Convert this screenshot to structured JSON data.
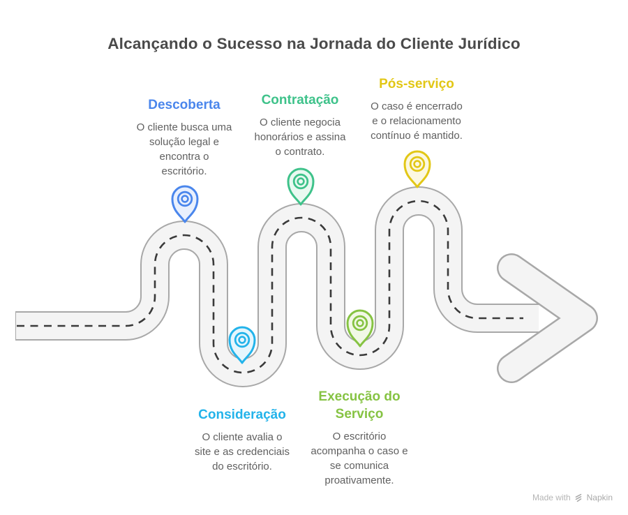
{
  "title": "Alcançando o Sucesso na Jornada do Cliente Jurídico",
  "steps": [
    {
      "id": "descoberta",
      "title": "Descoberta",
      "color": "#4a86ec",
      "tint": "#e9f0fd",
      "lines": [
        "O cliente busca uma",
        "solução legal e",
        "encontra o",
        "escritório."
      ]
    },
    {
      "id": "consideracao",
      "title": "Consideração",
      "color": "#23b3ea",
      "tint": "#e6f6fd",
      "lines": [
        "O cliente avalia o",
        "site e as credenciais",
        "do escritório."
      ]
    },
    {
      "id": "contratacao",
      "title": "Contratação",
      "color": "#3ec28a",
      "tint": "#e9f9f1",
      "lines": [
        "O cliente negocia",
        "honorários e assina",
        "o contrato."
      ]
    },
    {
      "id": "execucao_do_servico",
      "title": "Execução do Serviço",
      "color": "#86c343",
      "tint": "#f1f8e6",
      "lines": [
        "O escritório",
        "acompanha o caso e",
        "se comunica",
        "proativamente."
      ]
    },
    {
      "id": "pos_servico",
      "title": "Pós-serviço",
      "color": "#e2c716",
      "tint": "#fcf8e0",
      "lines": [
        "O caso é encerrado",
        "e o relacionamento",
        "contínuo é mantido."
      ]
    }
  ],
  "road": {
    "fill": "#f4f4f4",
    "border": "#a8a8a8",
    "dash_color": "#3a3a3a"
  },
  "watermark": {
    "prefix": "Made with",
    "brand": "Napkin"
  }
}
